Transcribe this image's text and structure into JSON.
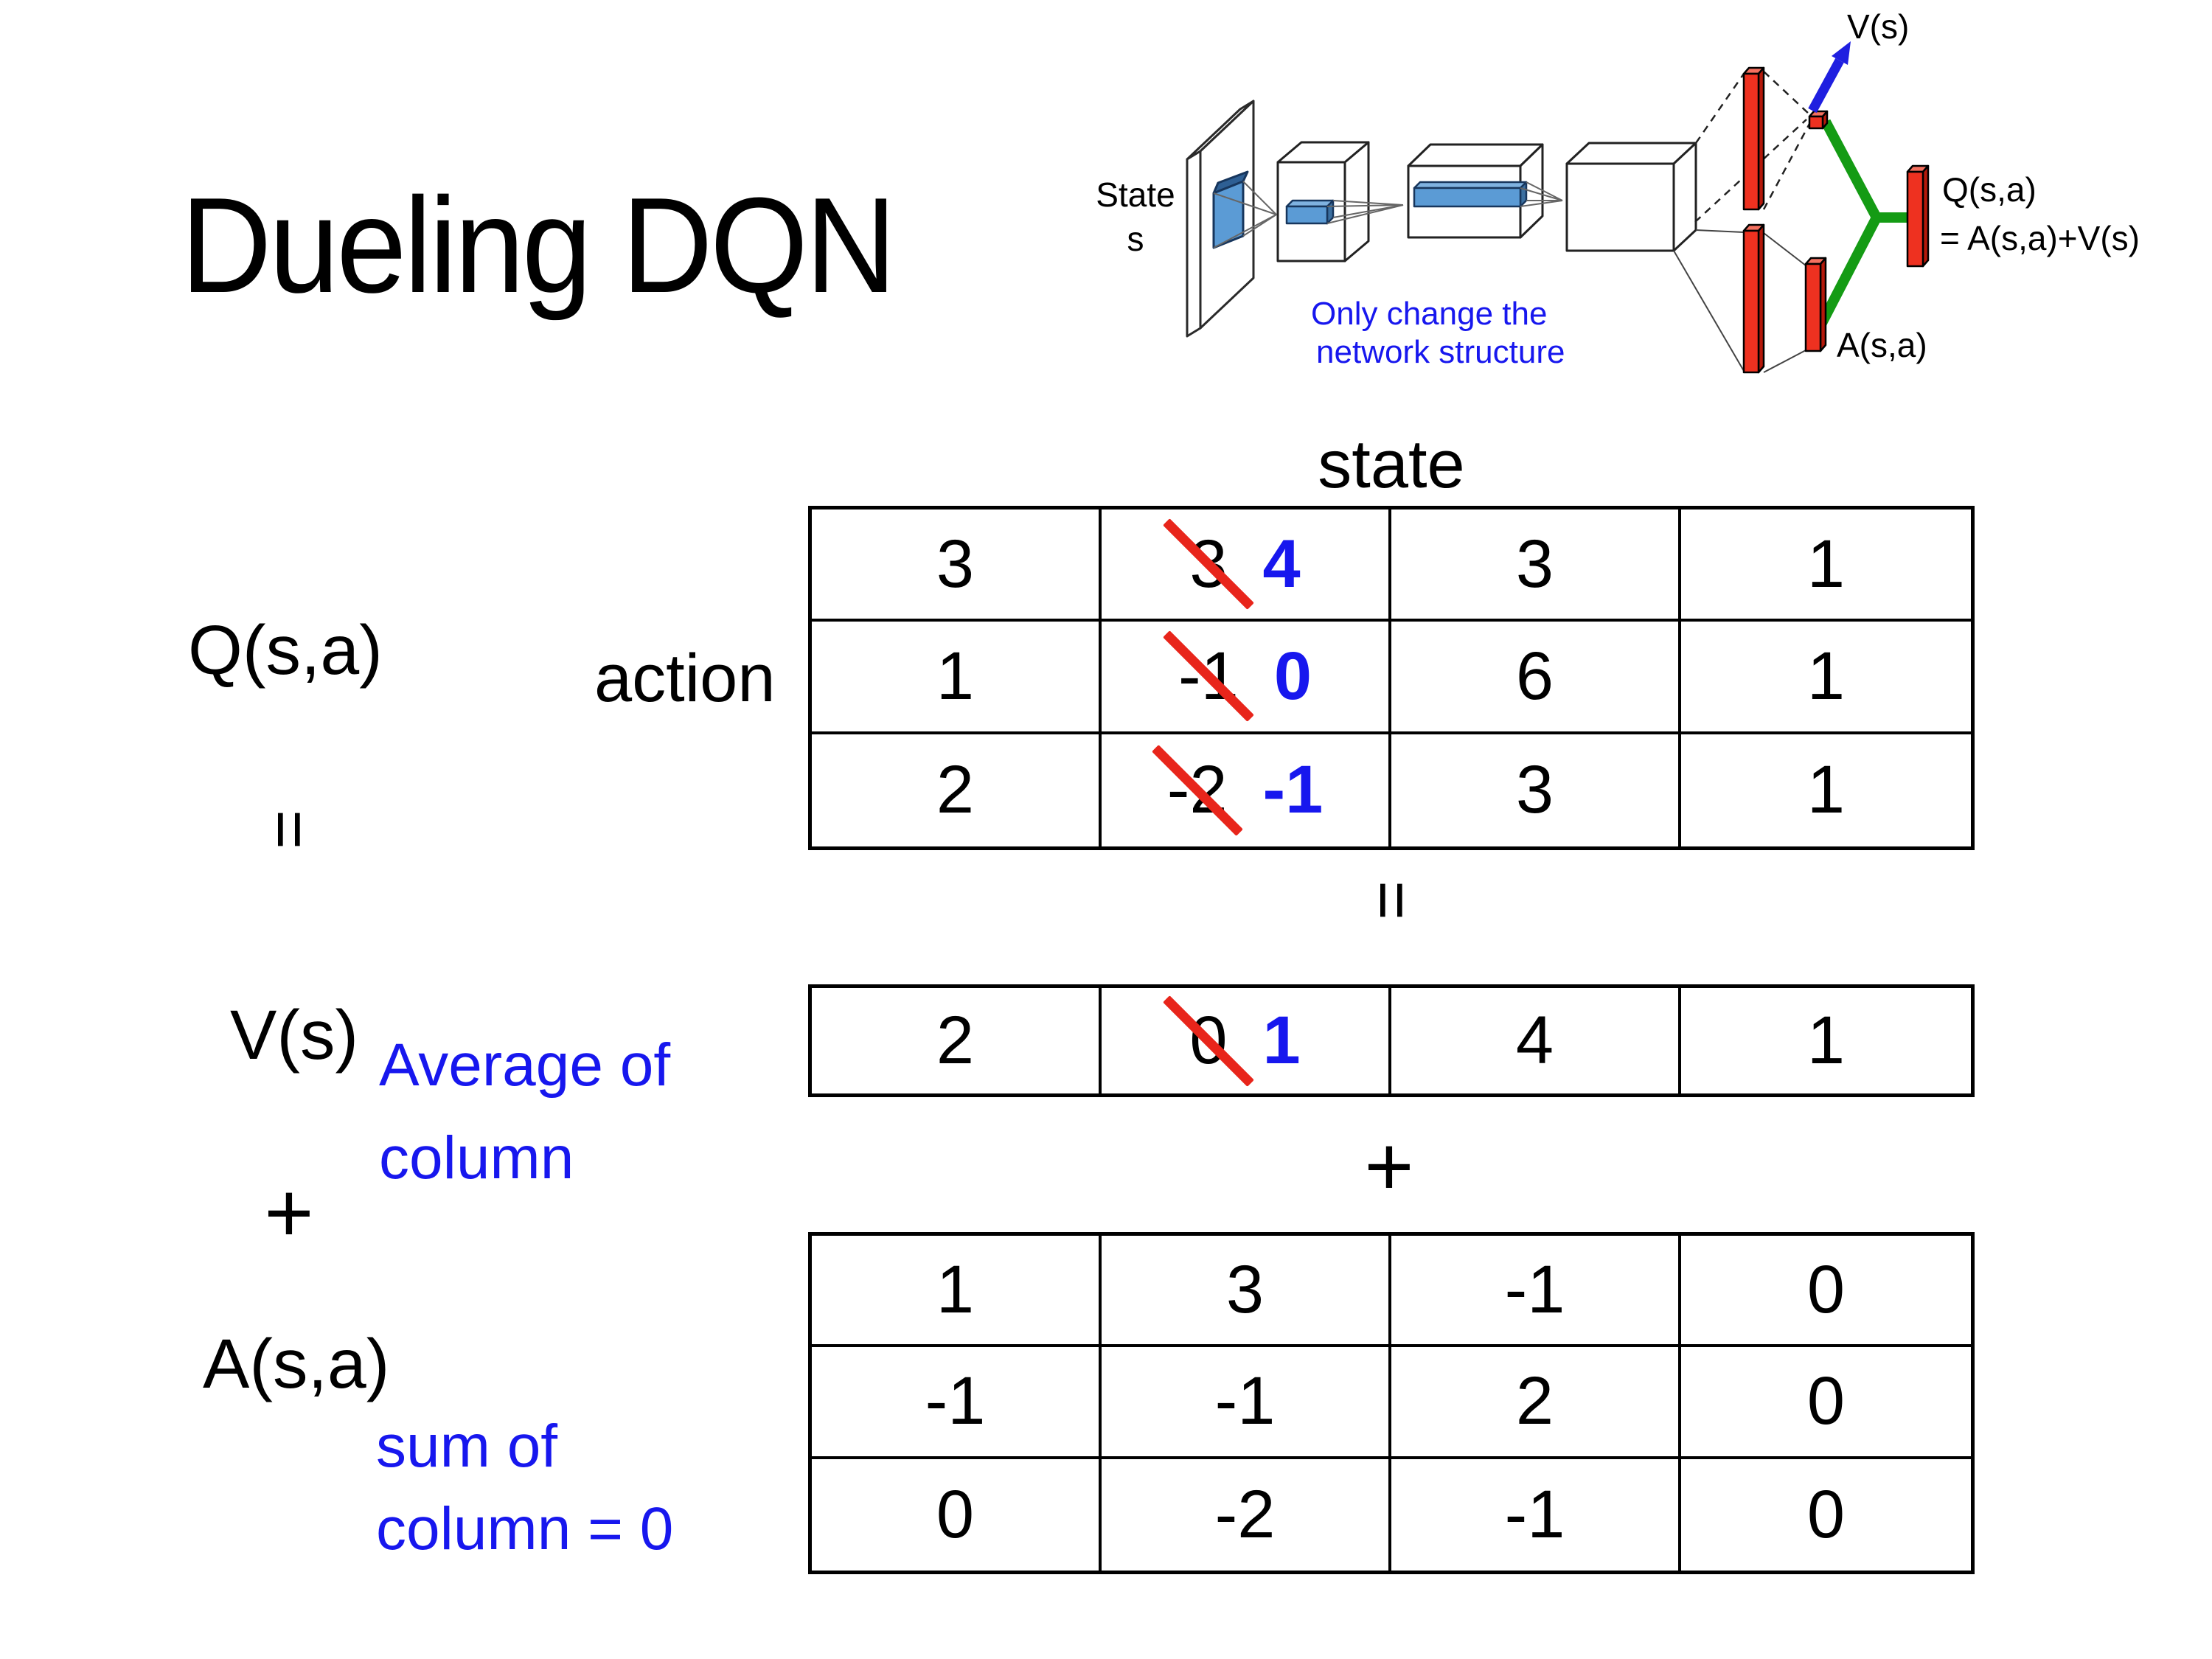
{
  "title": "Dueling DQN",
  "colors": {
    "blue_accent": "#1717ee",
    "red_accent": "#e8251b",
    "green_accent": "#149b14",
    "feature_map_blue": "#5b9bd5"
  },
  "diagram": {
    "state_line1": "State",
    "state_line2": "s",
    "note_line1": "Only change the",
    "note_line2": "network structure",
    "v_label": "V(s)",
    "q_label": "Q(s,a)",
    "q_formula": "= A(s,a)+V(s)",
    "a_label": "A(s,a)"
  },
  "left_labels": {
    "q": "Q(s,a)",
    "equals": "=",
    "v": "V(s)",
    "plus": "+",
    "a": "A(s,a)"
  },
  "axis_labels": {
    "state": "state",
    "action": "action"
  },
  "mid_symbols": {
    "equals": "=",
    "plus": "+"
  },
  "notes": {
    "avg_line1": "Average of",
    "avg_line2": "column",
    "sum_line1": "sum of",
    "sum_line2": "column = 0"
  },
  "q_table": {
    "rows": [
      [
        "3",
        {
          "old": "3",
          "new": "4"
        },
        "3",
        "1"
      ],
      [
        "1",
        {
          "old": "-1",
          "new": "0"
        },
        "6",
        "1"
      ],
      [
        "2",
        {
          "old": "-2",
          "new": "-1"
        },
        "3",
        "1"
      ]
    ]
  },
  "v_table": {
    "rows": [
      [
        "2",
        {
          "old": "0",
          "new": "1"
        },
        "4",
        "1"
      ]
    ]
  },
  "a_table": {
    "rows": [
      [
        "1",
        "3",
        "-1",
        "0"
      ],
      [
        "-1",
        "-1",
        "2",
        "0"
      ],
      [
        "0",
        "-2",
        "-1",
        "0"
      ]
    ]
  }
}
